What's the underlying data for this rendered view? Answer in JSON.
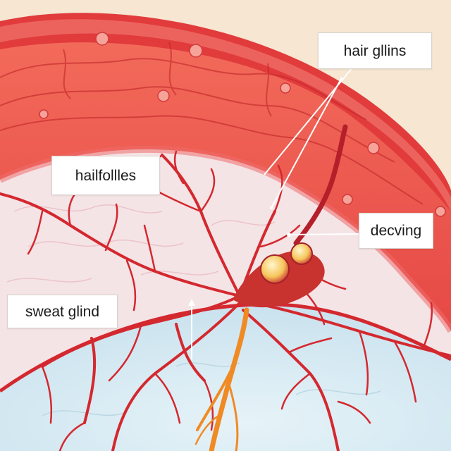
{
  "labels": {
    "hair_glands": "hair gllins",
    "hair_follicles": "hailfollles",
    "devcing": "decving",
    "sweat_gland": "sweat glind"
  },
  "colors": {
    "outer_skin": "#e9433f",
    "outer_skin_dark": "#c92a2c",
    "inner_tissue": "#f4e4e6",
    "deep_fluid": "#d6ebf3",
    "vessel": "#d4282f",
    "nerve": "#f08a24",
    "gland": "#f6c65a",
    "background": "#f6e6d2"
  }
}
